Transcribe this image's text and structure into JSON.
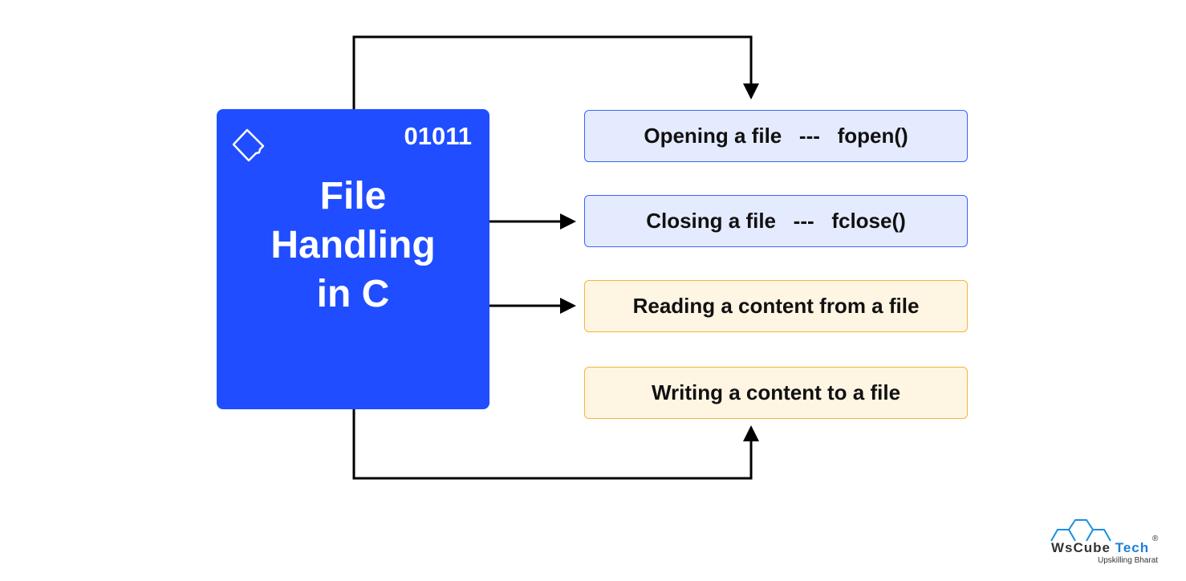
{
  "main_box": {
    "code": "01011",
    "title_lines": [
      "File",
      "Handling",
      "in C"
    ],
    "icon": "file-icon",
    "color": "#1f4dff"
  },
  "operations": [
    {
      "label": "Opening a file   ---   fopen()",
      "style": "blue"
    },
    {
      "label": "Closing a file   ---   fclose()",
      "style": "blue"
    },
    {
      "label": "Reading a content from a file",
      "style": "orange"
    },
    {
      "label": "Writing a content to a file",
      "style": "orange"
    }
  ],
  "logo": {
    "brand_a": "WsCube ",
    "brand_b": "Tech",
    "tagline": "Upskilling Bharat",
    "reg": "®"
  }
}
